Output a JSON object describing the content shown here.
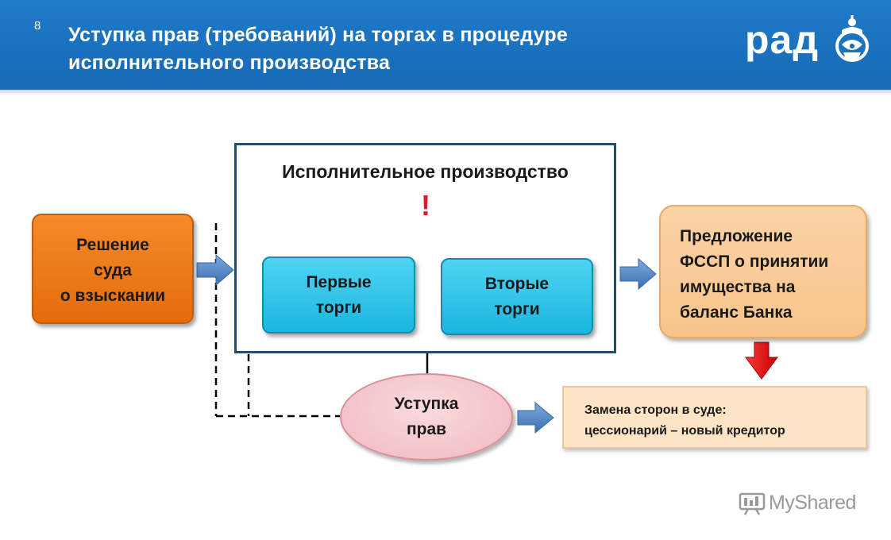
{
  "slide": {
    "number": "8",
    "title_line1": "Уступка прав (требований) на торгах в процедуре",
    "title_line2": "исполнительного производства"
  },
  "logo": {
    "text": "рад",
    "icon": "rad-emblem-icon"
  },
  "diagram": {
    "court_decision": [
      "Решение",
      "суда",
      "о взыскании"
    ],
    "enforcement_title": "Исполнительное производство",
    "warning_mark": "!",
    "first_auction": [
      "Первые",
      "торги"
    ],
    "second_auction": [
      "Вторые",
      "торги"
    ],
    "fssp_offer": [
      "Предложение",
      "ФССП о принятии",
      "имущества на",
      "баланс Банка"
    ],
    "cession": [
      "Уступка",
      "прав"
    ],
    "party_replacement": [
      "Замена сторон в суде:",
      "цессионарий – новый кредитор"
    ]
  },
  "watermark": {
    "text": "MyShared",
    "icon": "myshared-icon"
  },
  "colors": {
    "header": "#1769b4",
    "court_box": "#e46c0a",
    "auction_box": "#1bb6e0",
    "fssp_box": "#f8c38b",
    "cession_ellipse": "#f0b9bf",
    "replacement_box": "#fce4c4",
    "frame": "#1f4e79",
    "blue_arrow": "#4a7ebb",
    "red_arrow": "#e0162b",
    "exclaim": "#e0162b"
  }
}
